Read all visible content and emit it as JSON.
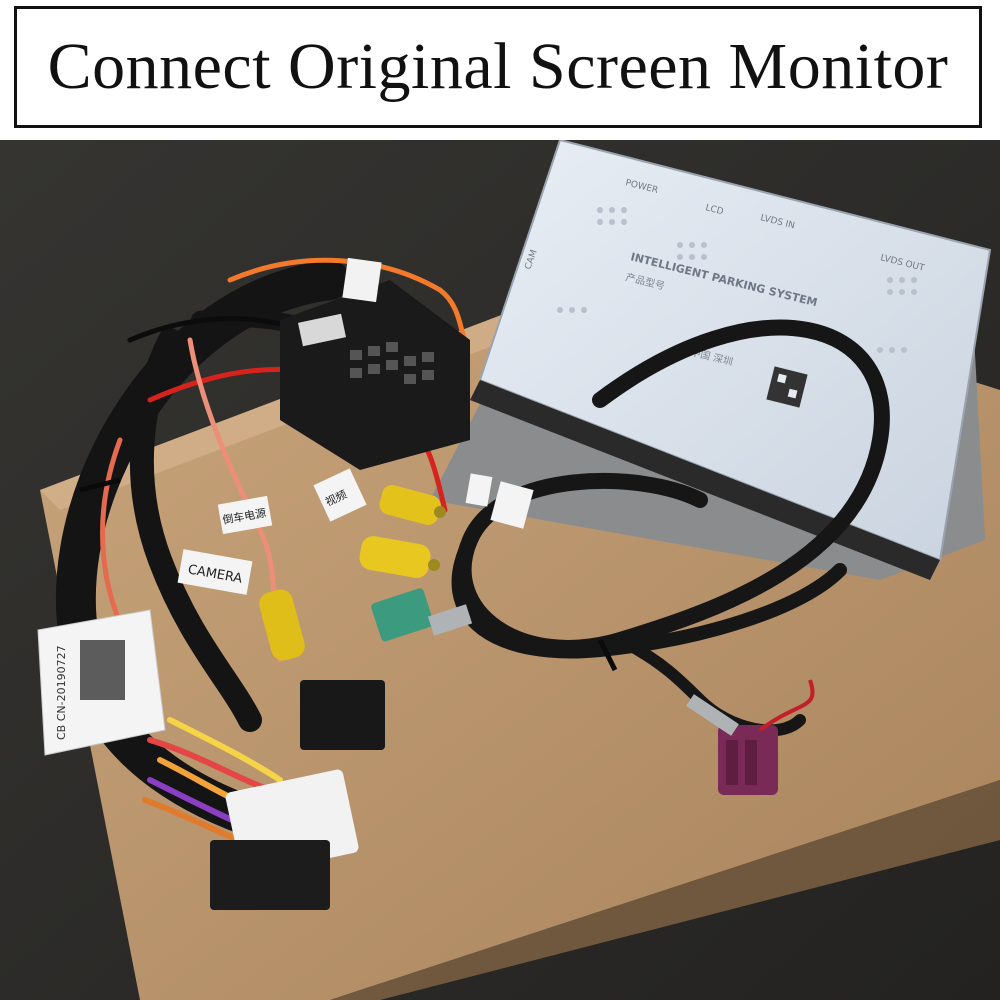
{
  "title": "Connect Original Screen Monitor",
  "photo": {
    "module_labels": {
      "power": "POWER",
      "lvds": "LCD",
      "lvds_in": "LVDS IN",
      "lvds_out": "LVDS OUT",
      "cam": "CAM",
      "brand_line": "INTELLIGENT PARKING SYSTEM",
      "chinese_1": "产品型号",
      "chinese_2": "中国 深圳"
    },
    "cable_tags": {
      "camera": "CAMERA",
      "tag_cn_1": "倒车电源",
      "tag_cn_2": "视频",
      "sticker": "CB CN-20190727"
    }
  },
  "colors": {
    "background": "#2b2a28",
    "box": "#b8926a",
    "module": "#dfe6f0",
    "cable": "#151515",
    "rca": "#e6c51e",
    "fakra_green": "#3c9a7e",
    "fakra_purple": "#7a2a56",
    "plug_white": "#f2f2f2"
  }
}
